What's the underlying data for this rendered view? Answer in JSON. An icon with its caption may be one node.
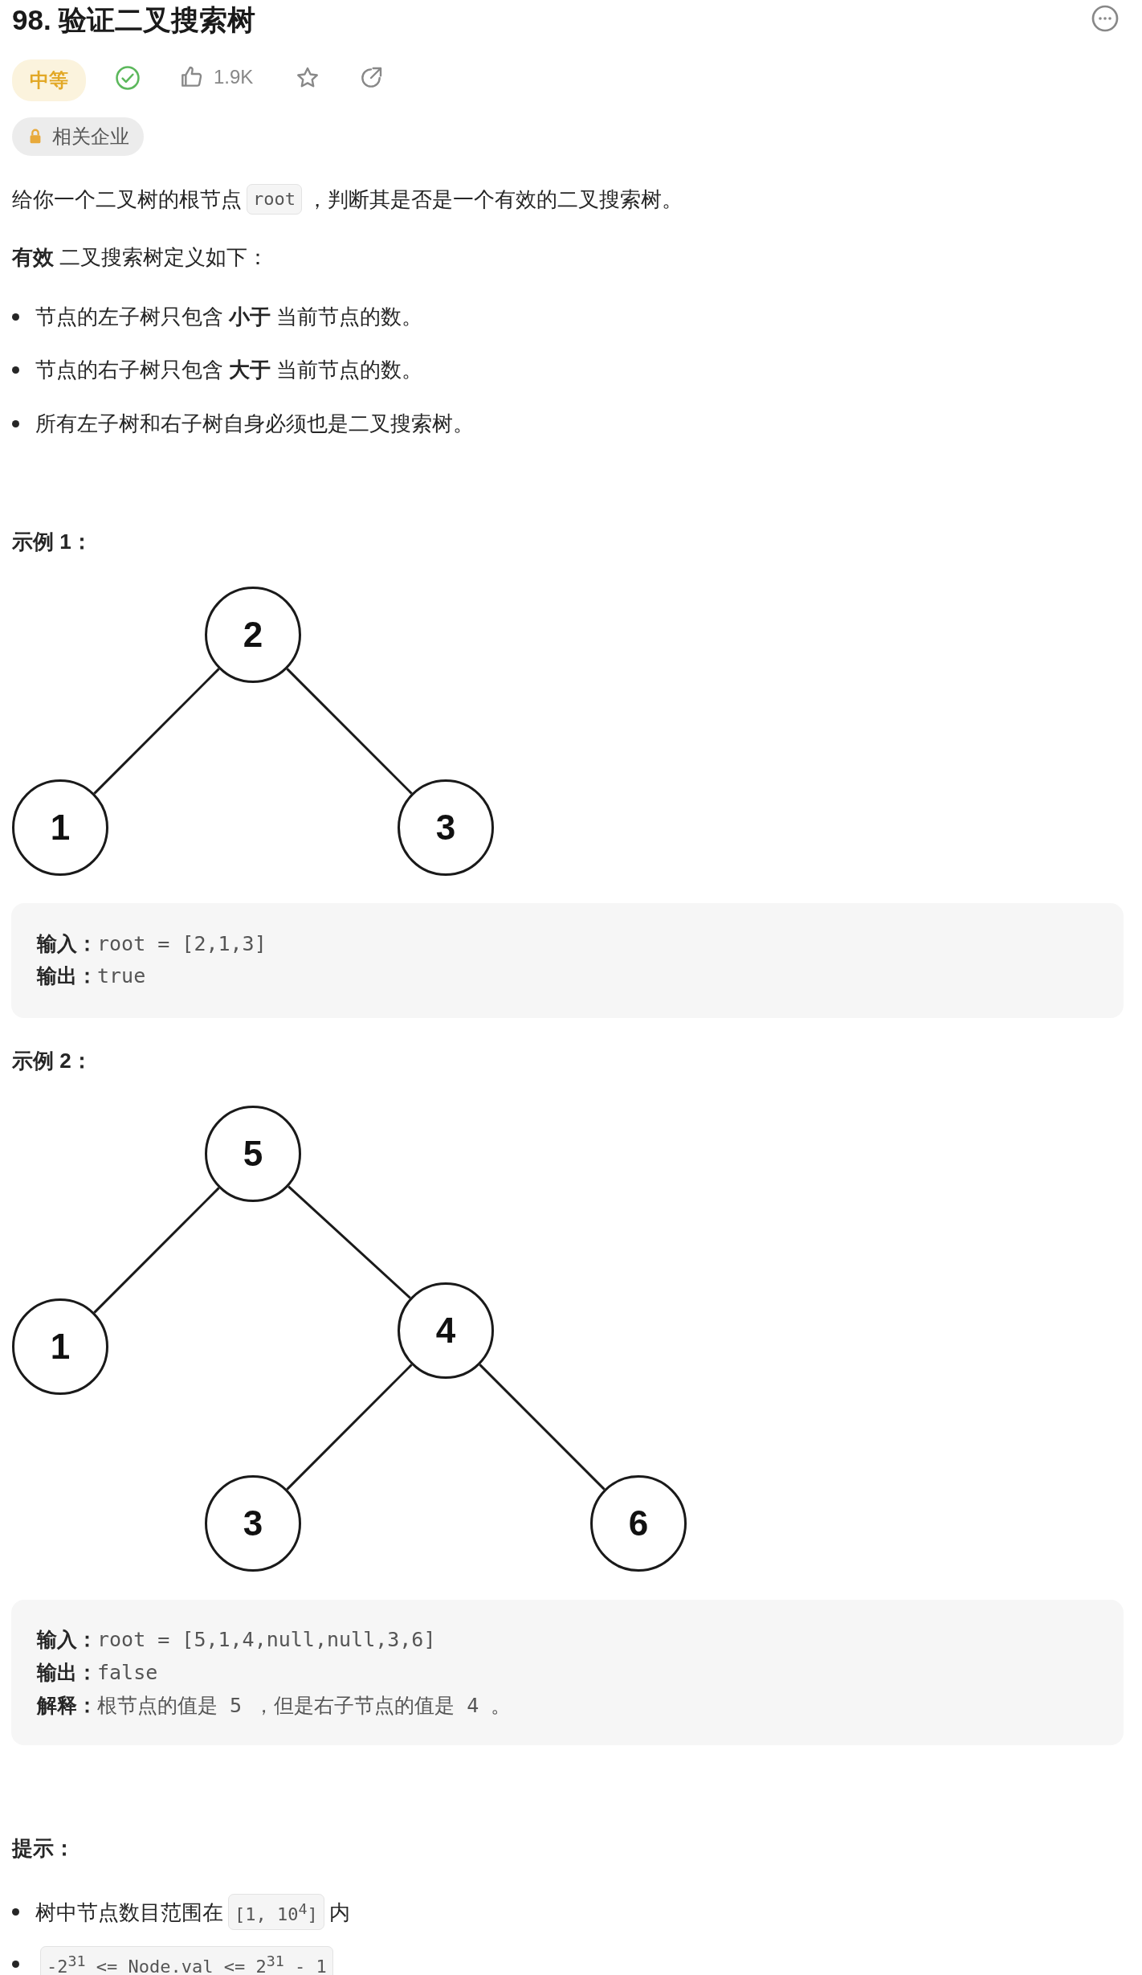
{
  "diagram": {
    "title": "98. 验证二叉搜索树",
    "nodes": [
      {
        "text": [
          "2"
        ]
      },
      {
        "text": [
          "1"
        ]
      },
      {
        "text": [
          "3"
        ]
      },
      {
        "text": [
          "5"
        ]
      },
      {
        "text": [
          "1"
        ]
      },
      {
        "text": [
          "4"
        ]
      },
      {
        "text": [
          "3"
        ]
      },
      {
        "text": [
          "6"
        ]
      }
    ],
    "edges": [
      {
        "from": 0,
        "to": 1,
        "arrow": "none"
      },
      {
        "from": 0,
        "to": 2,
        "arrow": "none"
      },
      {
        "from": 3,
        "to": 4,
        "arrow": "none"
      },
      {
        "from": 3,
        "to": 5,
        "arrow": "none"
      },
      {
        "from": 5,
        "to": 6,
        "arrow": "none"
      },
      {
        "from": 5,
        "to": 7,
        "arrow": "none"
      }
    ],
    "labels": [
      "中等",
      "1.9K",
      "相关企业",
      "给你一个二叉树的根节点",
      "root",
      "，判断其是否是一个有效的二叉搜索树。",
      "**有效** 二叉搜索树定义如下：",
      "节点的左子树只包含 **小于** 当前节点的数。",
      "节点的右子树只包含 **大于** 当前节点的数。",
      "所有左子树和右子树自身必须也是二叉搜索树。",
      "示例 1：",
      "**输入：**root = [2,1,3]",
      "**输出：**true",
      "示例 2：",
      "**输入：**root = [5,1,4,null,null,3,6]",
      "**输出：**false",
      "**解释：**根节点的值是 5 ，但是右子节点的值是 4 。",
      "提示：",
      "树中节点数目范围在",
      "[1, 10$^{4}$]",
      "内",
      "-2$^{31}$ <= Node.val <= 2$^{31}$ - 1"
    ]
  }
}
